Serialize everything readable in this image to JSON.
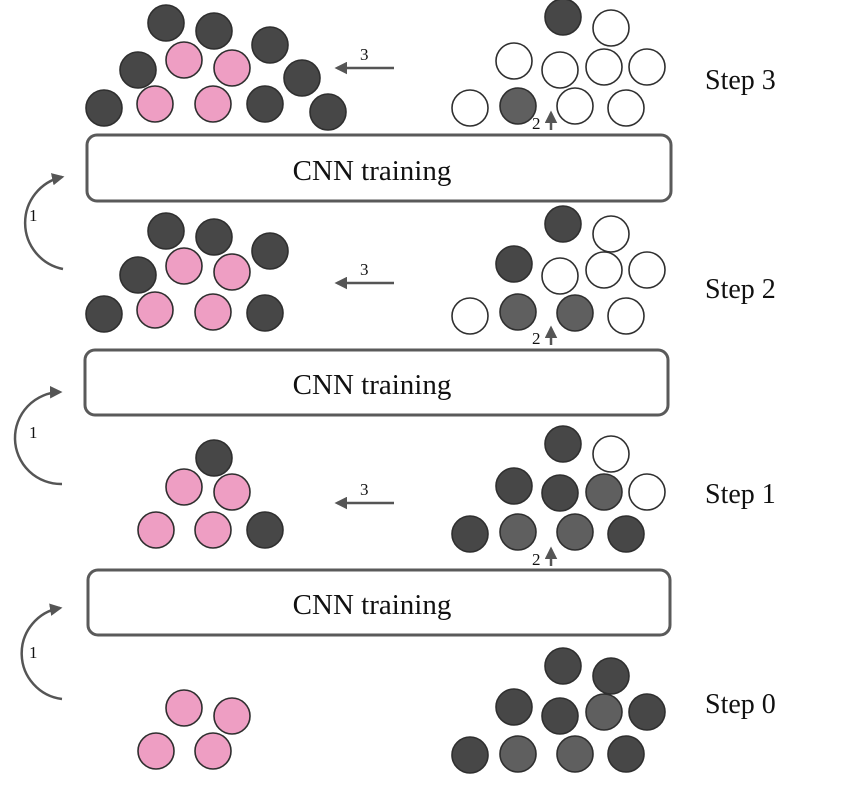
{
  "colors": {
    "labeled": "#ee9ec3",
    "dark": "#474747",
    "medium": "#5f5f5f",
    "unlabeled": "#ffffff",
    "outline": "#2f2f2f",
    "arrow": "#555555",
    "box_border": "#5a5a5a"
  },
  "boxes": [
    {
      "label": "CNN training"
    },
    {
      "label": "CNN training"
    },
    {
      "label": "CNN training"
    }
  ],
  "arrow_labels": {
    "loop": "1",
    "up": "2",
    "left": "3"
  },
  "steps": [
    {
      "label": "Step 0",
      "left": [
        "labeled",
        "labeled",
        "labeled",
        "labeled"
      ],
      "right": [
        "dark",
        "dark",
        "dark",
        "dark",
        "medium",
        "dark",
        "dark",
        "medium",
        "medium",
        "dark"
      ]
    },
    {
      "label": "Step 1",
      "left": [
        "dark",
        "labeled",
        "labeled",
        "labeled",
        "labeled",
        "dark"
      ],
      "right": [
        "dark",
        "unlabeled",
        "dark",
        "dark",
        "medium",
        "unlabeled",
        "dark",
        "medium",
        "medium",
        "dark"
      ]
    },
    {
      "label": "Step 2",
      "left": [
        "dark",
        "dark",
        "dark",
        "dark",
        "labeled",
        "labeled",
        "dark",
        "labeled",
        "labeled",
        "dark"
      ],
      "right": [
        "dark",
        "unlabeled",
        "dark",
        "unlabeled",
        "unlabeled",
        "unlabeled",
        "unlabeled",
        "medium",
        "medium",
        "unlabeled"
      ]
    },
    {
      "label": "Step 3",
      "left": [
        "dark",
        "dark",
        "dark",
        "dark",
        "labeled",
        "labeled",
        "dark",
        "dark",
        "labeled",
        "labeled",
        "dark",
        "dark"
      ],
      "right": [
        "dark",
        "unlabeled",
        "unlabeled",
        "unlabeled",
        "unlabeled",
        "unlabeled",
        "unlabeled",
        "medium",
        "unlabeled",
        "unlabeled"
      ]
    }
  ]
}
